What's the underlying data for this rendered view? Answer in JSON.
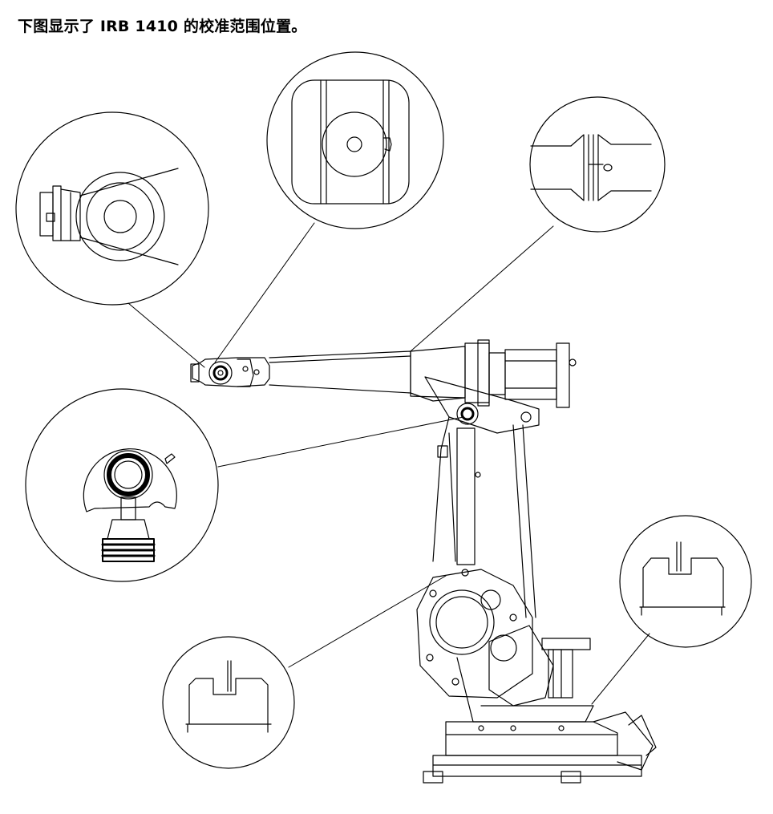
{
  "document": {
    "caption": "下图显示了 IRB 1410 的校准范围位置。"
  },
  "figure": {
    "stroke_color": "#000000",
    "background": "#ffffff",
    "detail_views": [
      {
        "id": "axis6",
        "subject": "wrist-tool-flange"
      },
      {
        "id": "axis5",
        "subject": "wrist-top"
      },
      {
        "id": "axis4",
        "subject": "upper-arm-tube"
      },
      {
        "id": "axis3",
        "subject": "elbow-pivot"
      },
      {
        "id": "axis2",
        "subject": "lower-arm-base"
      },
      {
        "id": "axis1",
        "subject": "base-rotation"
      }
    ]
  }
}
